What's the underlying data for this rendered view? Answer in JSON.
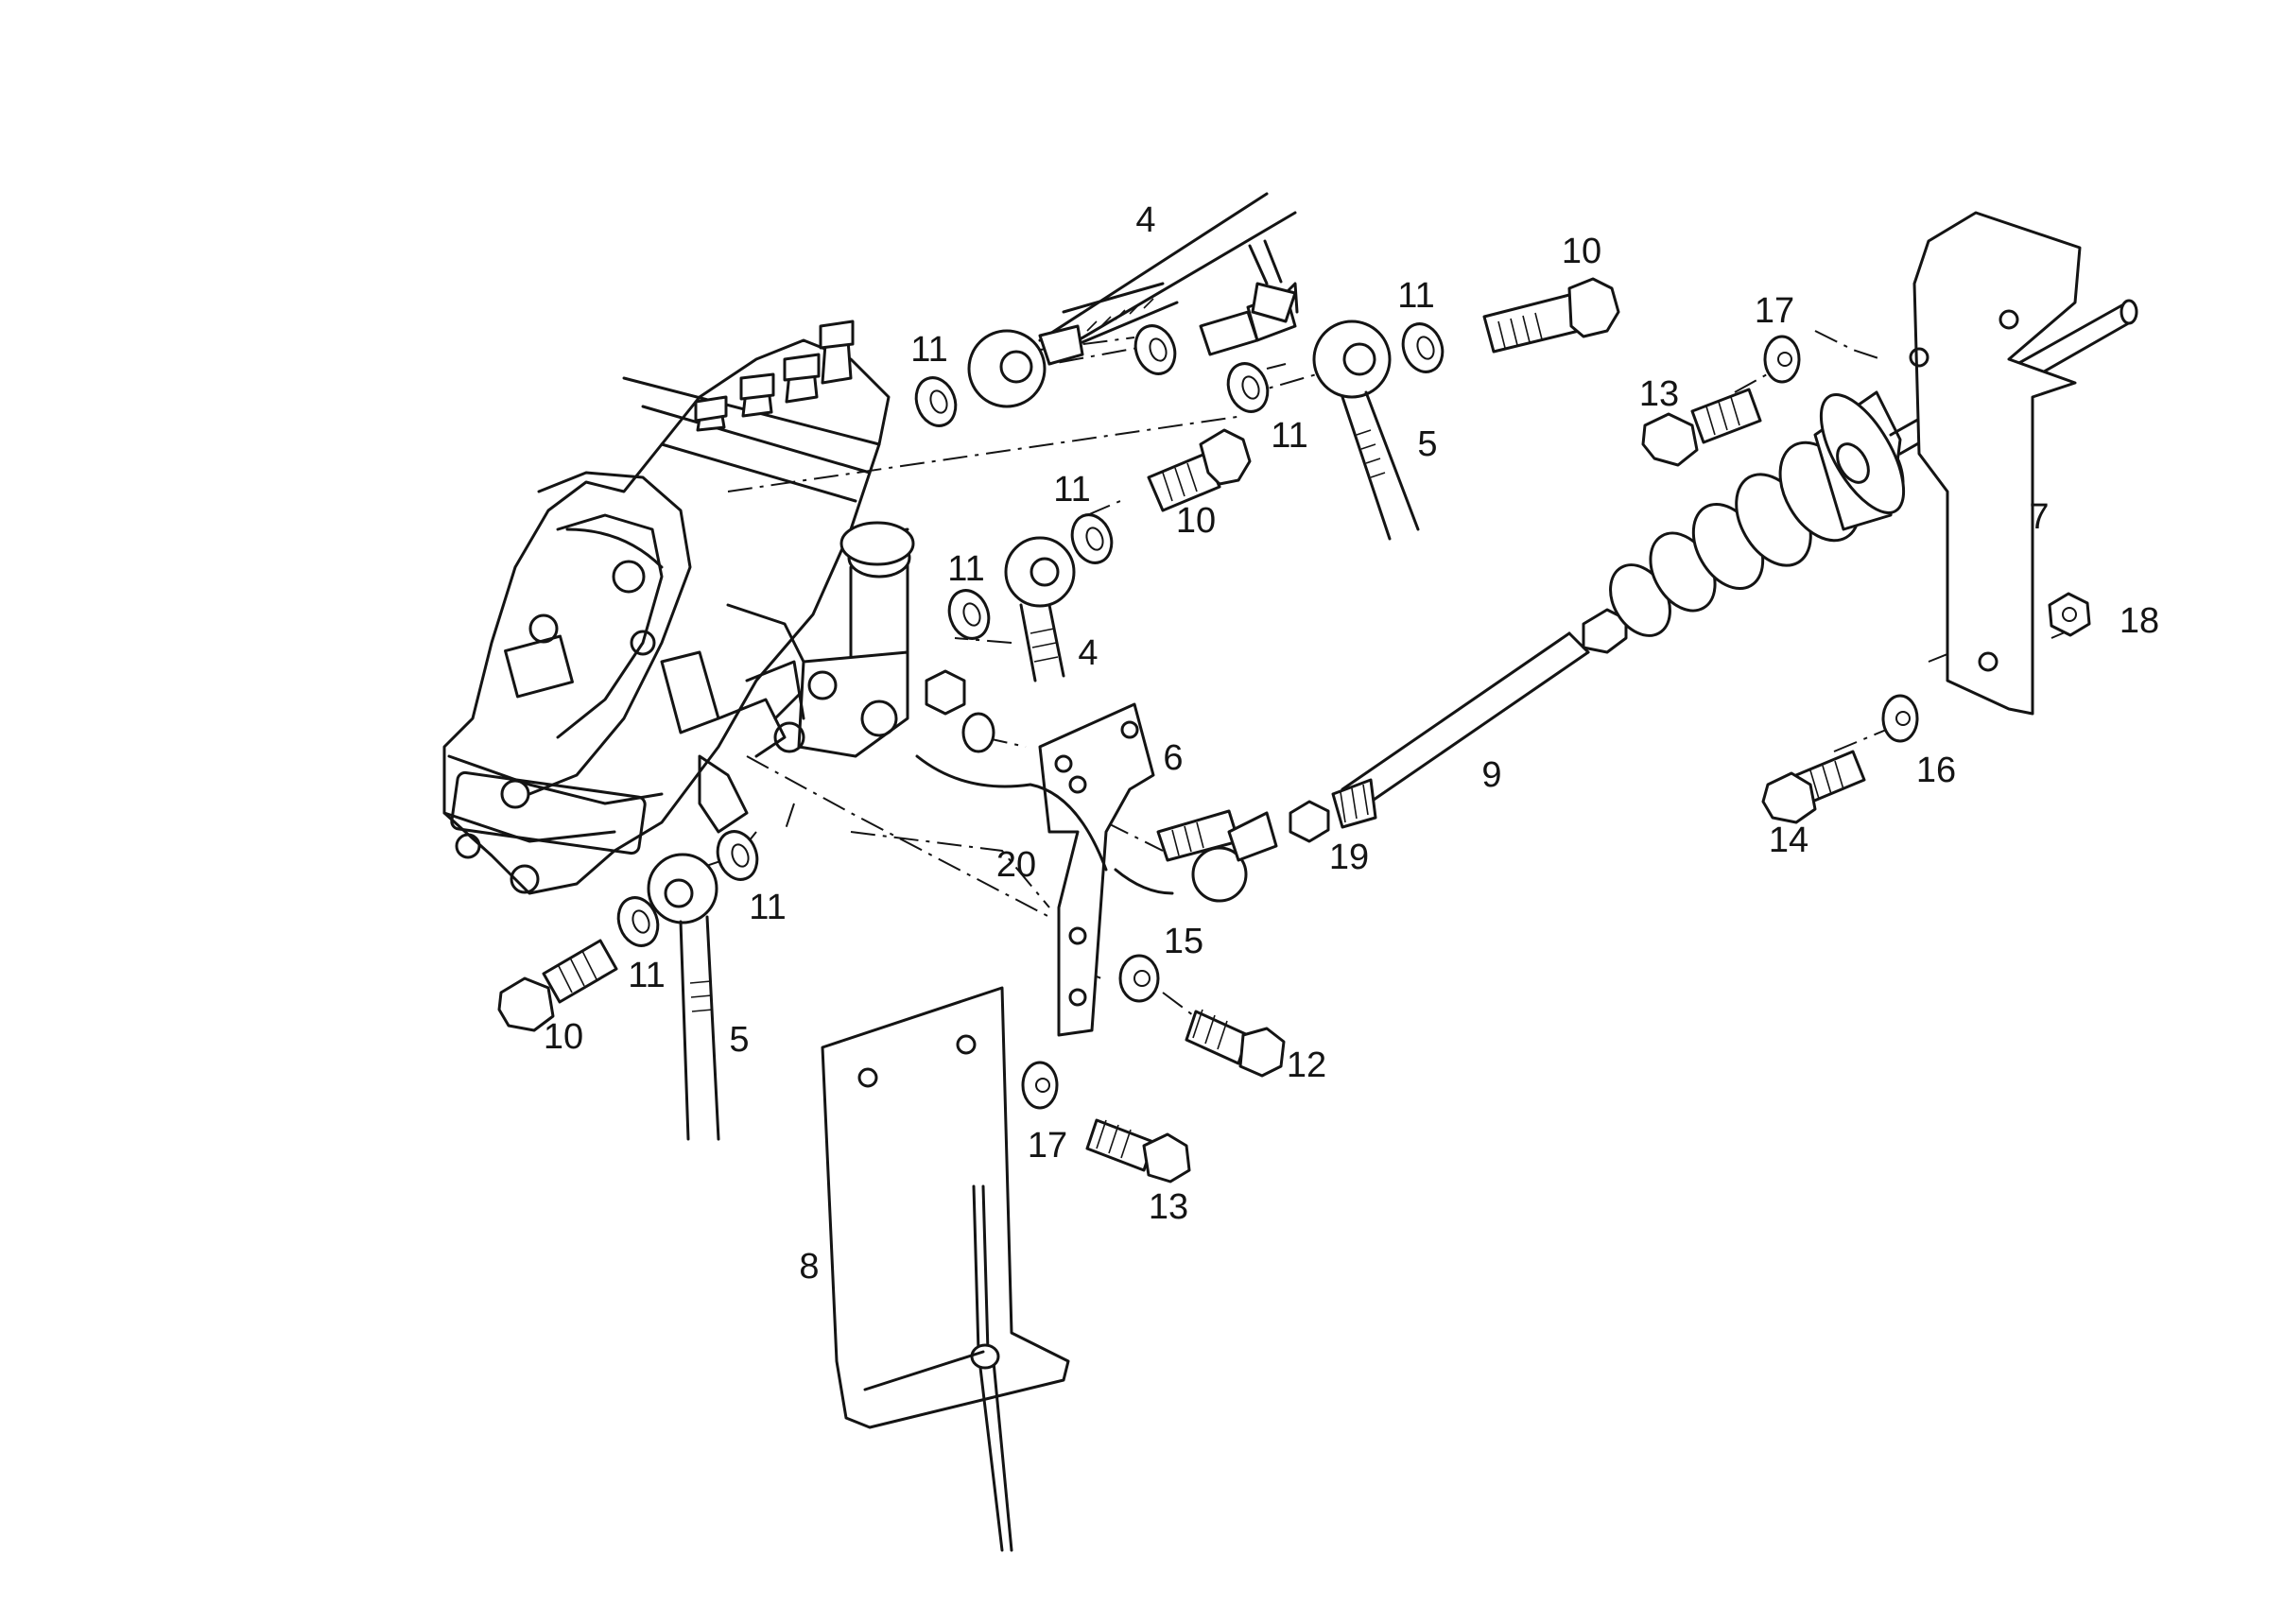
{
  "diagram": {
    "callouts": [
      {
        "id": "c-4-top",
        "text": "4"
      },
      {
        "id": "c-11-a",
        "text": "11"
      },
      {
        "id": "c-11-b",
        "text": "11"
      },
      {
        "id": "c-10-top",
        "text": "10"
      },
      {
        "id": "c-5-top",
        "text": "5"
      },
      {
        "id": "c-11-c",
        "text": "11"
      },
      {
        "id": "c-11-d",
        "text": "11"
      },
      {
        "id": "c-10-mid",
        "text": "10"
      },
      {
        "id": "c-11-e",
        "text": "11"
      },
      {
        "id": "c-4-mid",
        "text": "4"
      },
      {
        "id": "c-17-top",
        "text": "17"
      },
      {
        "id": "c-13-top",
        "text": "13"
      },
      {
        "id": "c-7",
        "text": "7"
      },
      {
        "id": "c-18",
        "text": "18"
      },
      {
        "id": "c-16",
        "text": "16"
      },
      {
        "id": "c-14",
        "text": "14"
      },
      {
        "id": "c-6",
        "text": "6"
      },
      {
        "id": "c-9",
        "text": "9"
      },
      {
        "id": "c-19",
        "text": "19"
      },
      {
        "id": "c-20",
        "text": "20"
      },
      {
        "id": "c-15",
        "text": "15"
      },
      {
        "id": "c-12",
        "text": "12"
      },
      {
        "id": "c-11-f",
        "text": "11"
      },
      {
        "id": "c-11-g",
        "text": "11"
      },
      {
        "id": "c-10-bot",
        "text": "10"
      },
      {
        "id": "c-5-bot",
        "text": "5"
      },
      {
        "id": "c-17-bot",
        "text": "17"
      },
      {
        "id": "c-13-bot",
        "text": "13"
      },
      {
        "id": "c-8",
        "text": "8"
      }
    ]
  }
}
